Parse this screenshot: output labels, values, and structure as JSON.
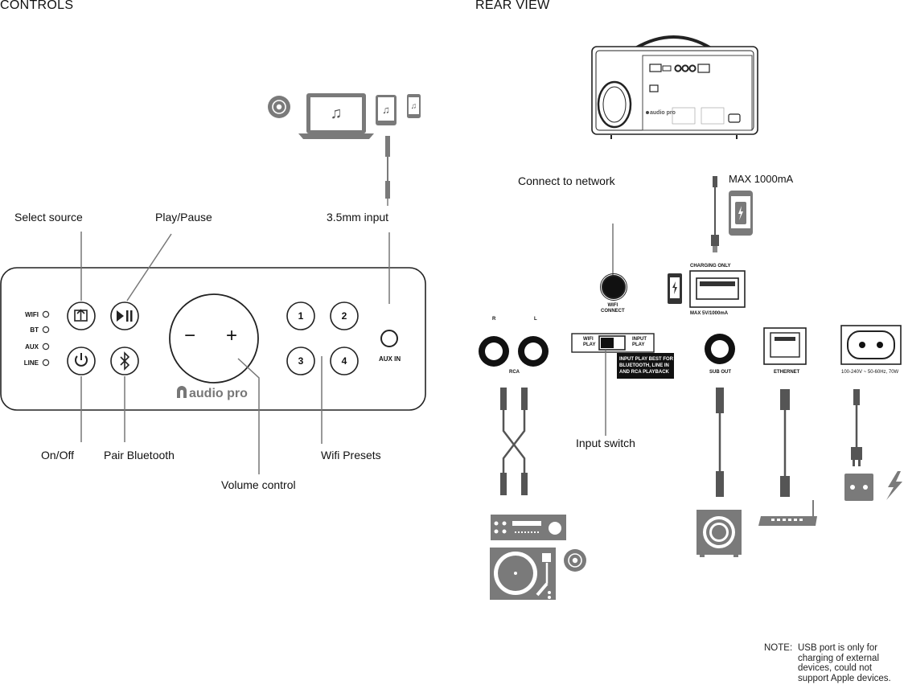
{
  "sections": {
    "controls": "CONTROLS",
    "rear": "REAR VIEW"
  },
  "controls": {
    "callouts": {
      "select_source": "Select source",
      "play_pause": "Play/Pause",
      "input_35": "3.5mm input",
      "on_off": "On/Off",
      "pair_bt": "Pair Bluetooth",
      "volume": "Volume control",
      "wifi_presets": "Wifi Presets"
    },
    "leds": [
      "WIFI",
      "BT",
      "AUX",
      "LINE"
    ],
    "presets": [
      "1",
      "2",
      "3",
      "4"
    ],
    "aux_label": "AUX IN",
    "brand": "audio pro",
    "volume_minus": "−",
    "volume_plus": "+"
  },
  "rear": {
    "callouts": {
      "connect_network": "Connect to network",
      "max_current": "MAX 1000mA",
      "input_switch": "Input switch"
    },
    "wifi_connect": "WIFI\nCONNECT",
    "charging_only": "CHARGING ONLY",
    "usb_spec": "MAX 5V/1000mA",
    "rca_r": "R",
    "rca_l": "L",
    "rca": "RCA",
    "switch_left": "WIFI\nPLAY",
    "switch_right": "INPUT\nPLAY",
    "switch_note": "INPUT PLAY BEST FOR\nBLUETOOTH, LINE IN\nAND RCA PLAYBACK",
    "sub_out": "SUB OUT",
    "ethernet": "ETHERNET",
    "power_spec": "100-240V ~ 50-60Hz, 70W",
    "brand": "audio pro"
  },
  "note": {
    "label": "NOTE:",
    "text": "USB port is only for\ncharging of external\ndevices, could not\nsupport Apple devices."
  }
}
